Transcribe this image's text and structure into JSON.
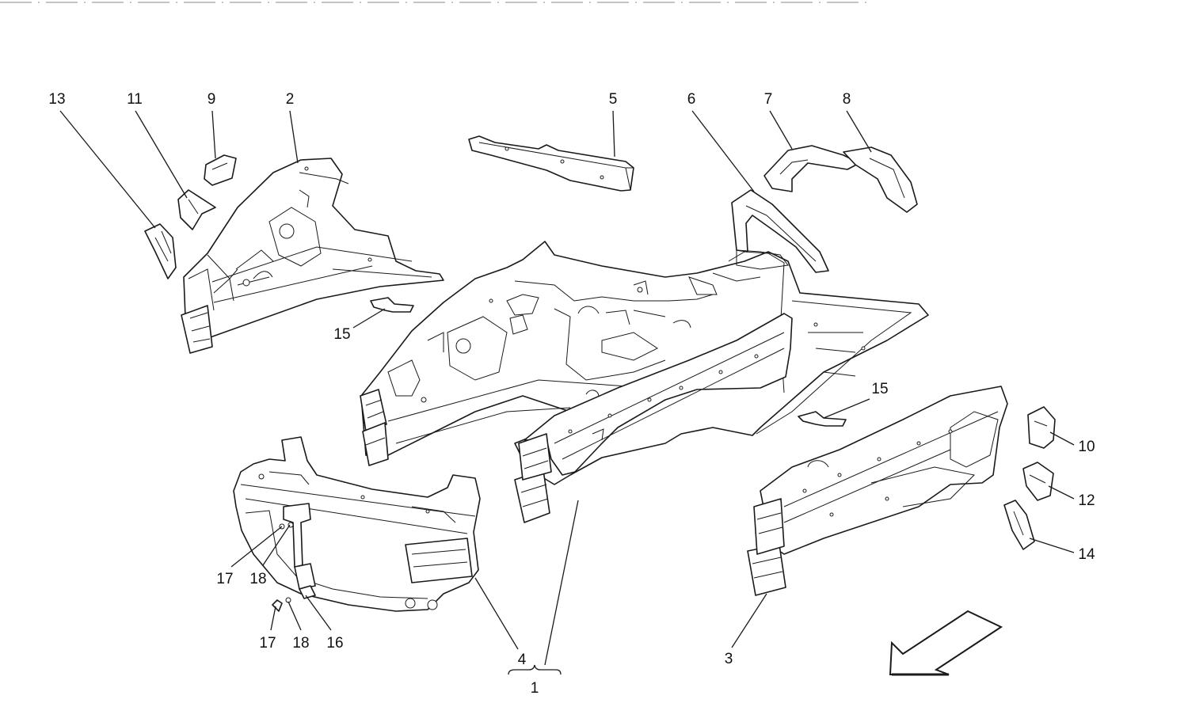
{
  "callouts": [
    "13",
    "11",
    "9",
    "2",
    "5",
    "6",
    "7",
    "8",
    "15",
    "15",
    "10",
    "12",
    "14",
    "17",
    "18",
    "17",
    "18",
    "16",
    "4",
    "1",
    "3"
  ],
  "colors": {
    "line": "#1a1a1a",
    "background": "#ffffff"
  },
  "icons": {
    "direction": "front-direction-arrow-icon"
  }
}
